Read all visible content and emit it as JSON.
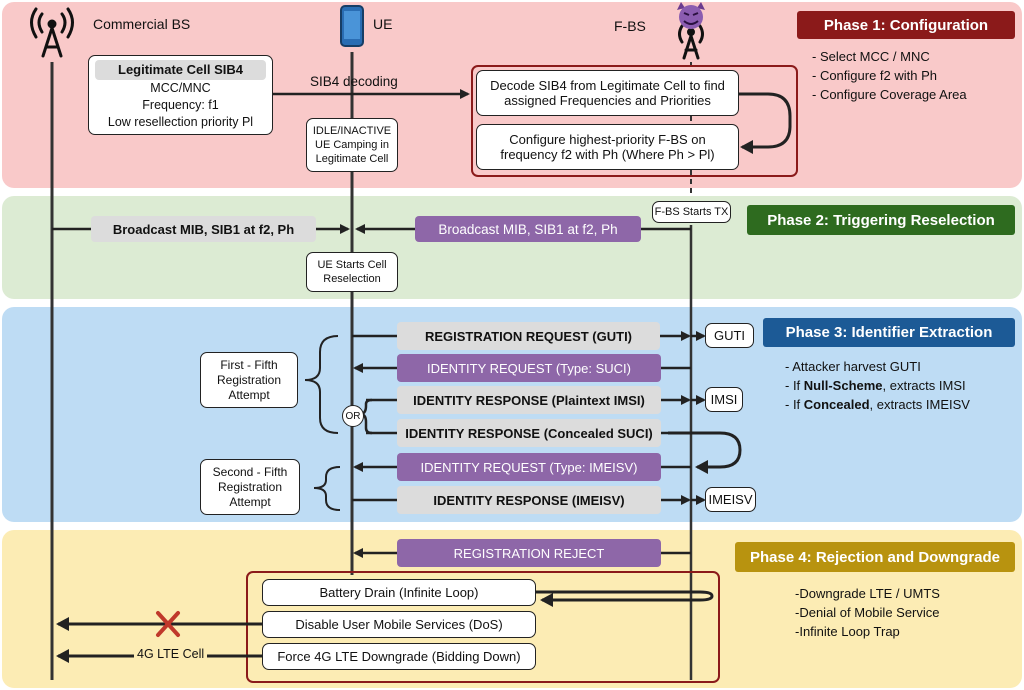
{
  "entities": {
    "commercial_bs": "Commercial BS",
    "ue": "UE",
    "fbs": "F-BS"
  },
  "phases": [
    {
      "title": "Phase 1: Configuration",
      "color": "#8b1a1a",
      "notes": [
        "- Select MCC / MNC",
        "- Configure f2 with Ph",
        "- Configure Coverage Area"
      ]
    },
    {
      "title": "Phase 2: Triggering Reselection",
      "color": "#2e6b1f"
    },
    {
      "title": "Phase 3: Identifier Extraction",
      "color": "#1c5a96",
      "notes": [
        "- Attacker harvest GUTI",
        "- If |Null-Scheme|, extracts IMSI",
        "- If |Concealed|, extracts IMEISV"
      ]
    },
    {
      "title": "Phase 4: Rejection and Downgrade",
      "color": "#b8930f",
      "notes": [
        "-Downgrade LTE / UMTS",
        "-Denial of Mobile Service",
        "-Infinite Loop Trap"
      ]
    }
  ],
  "sib4": {
    "title": "Legitimate Cell SIB4",
    "lines": [
      "MCC/MNC",
      "Frequency: f1",
      "Low resellection priority Pl"
    ],
    "arrow_label": "SIB4 decoding"
  },
  "ue_states": {
    "idle": "IDLE/INACTIVE UE Camping in Legitimate Cell",
    "reselection": "UE Starts Cell Reselection"
  },
  "fbs_config": {
    "decode": "Decode SIB4 from Legitimate Cell to find assigned Frequencies and Priorities",
    "configure": "Configure highest-priority F-BS on frequency f2 with Ph (Where Ph > Pl)",
    "starts_tx": "F-BS Starts TX"
  },
  "broadcast": {
    "commercial": "Broadcast MIB, SIB1 at f2, Ph",
    "fbs": "Broadcast MIB, SIB1 at f2, Ph"
  },
  "messages": {
    "reg_req": "REGISTRATION REQUEST (GUTI)",
    "id_req_suci": "IDENTITY REQUEST (Type: SUCI)",
    "id_resp_imsi": "IDENTITY RESPONSE (Plaintext IMSI)",
    "id_resp_suci": "IDENTITY RESPONSE (Concealed SUCI)",
    "id_req_imeisv": "IDENTITY REQUEST (Type: IMEISV)",
    "id_resp_imeisv": "IDENTITY RESPONSE (IMEISV)",
    "reg_reject": "REGISTRATION REJECT",
    "or": "OR"
  },
  "captured": {
    "guti": "GUTI",
    "imsi": "IMSI",
    "imeisv": "IMEISV"
  },
  "attempts": {
    "first": "First - Fifth Registration Attempt",
    "second": "Second - Fifth Registration Attempt"
  },
  "outcomes": {
    "battery": "Battery Drain (Infinite Loop)",
    "dos": "Disable User Mobile Services (DoS)",
    "downgrade": "Force 4G LTE Downgrade (Bidding Down)",
    "lte_cell": "4G LTE Cell"
  }
}
